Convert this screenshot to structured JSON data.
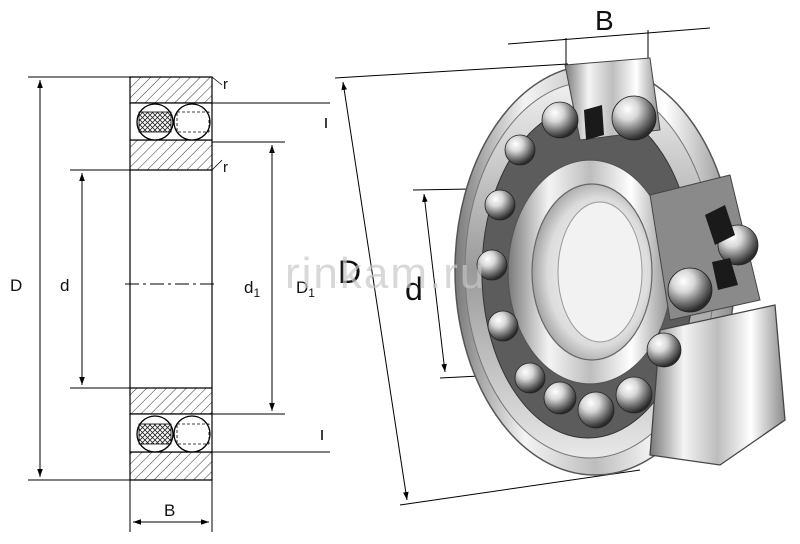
{
  "drawing": {
    "label_D": "D",
    "label_d": "d",
    "label_d1_base": "d",
    "label_d1_sub": "1",
    "label_D1_base": "D",
    "label_D1_sub": "1",
    "label_B": "B",
    "label_r_top": "r",
    "label_r_mid": "r"
  },
  "render": {
    "label_B": "B",
    "label_D": "D",
    "label_d": "d"
  },
  "watermark": "rinkam.ru"
}
